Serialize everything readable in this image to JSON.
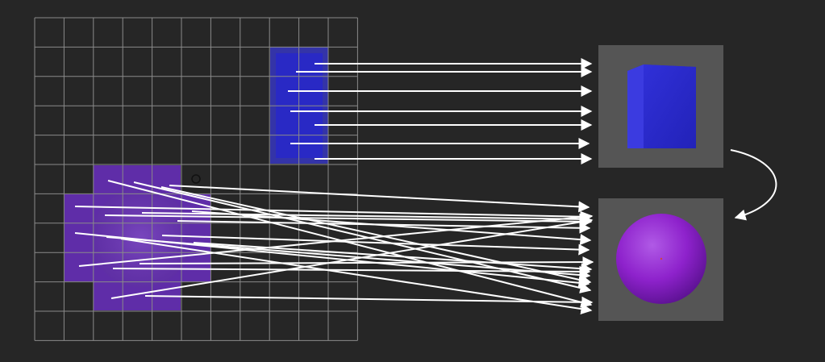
{
  "colors": {
    "background": "#262626",
    "grid_line": "#8a8a8a",
    "panel": "#555555",
    "arrow": "#ffffff",
    "box_blue": "#2e2ed0",
    "box_blue_fill": "#3a3ae0",
    "sphere_purple": "#8a2bd6",
    "sphere_region": "#6a2fc0"
  },
  "icons": {
    "arrowhead": "arrowhead-icon",
    "cursor": "cursor-ring-icon"
  },
  "grid": {
    "columns": 11,
    "rows": 11
  },
  "panels": [
    {
      "name": "box-preview-panel",
      "shape": "box"
    },
    {
      "name": "sphere-preview-panel",
      "shape": "sphere"
    }
  ]
}
